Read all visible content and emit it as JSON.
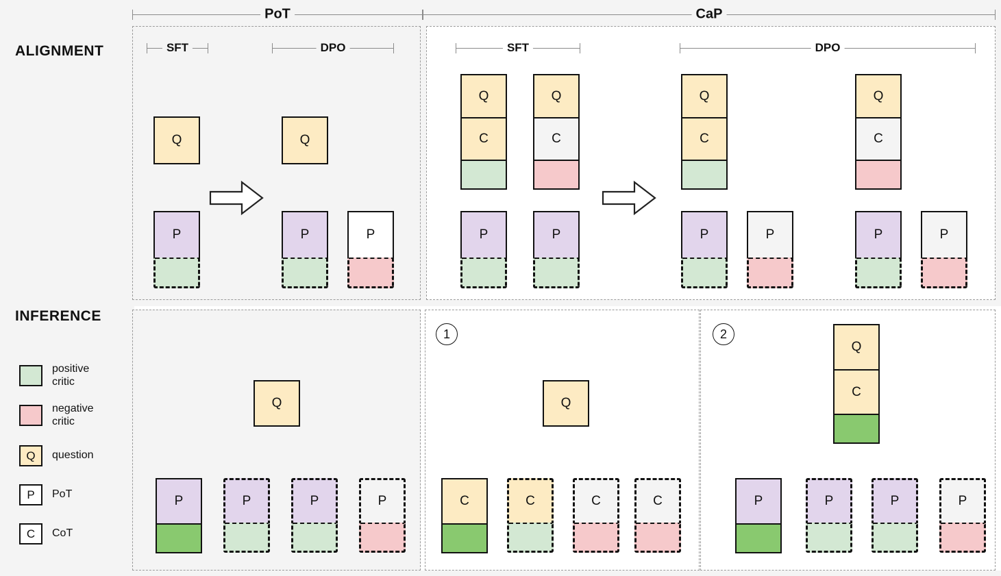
{
  "rows": {
    "alignment_label": "ALIGNMENT",
    "inference_label": "INFERENCE"
  },
  "top_spans": [
    {
      "label": "PoT"
    },
    {
      "label": "CaP"
    }
  ],
  "sub_spans": [
    {
      "label": "SFT"
    },
    {
      "label": "DPO"
    },
    {
      "label": "SFT"
    },
    {
      "label": "DPO"
    }
  ],
  "legend": {
    "items": [
      {
        "glyph": "",
        "label": "positive\ncritic",
        "fill": "#d3e8d3",
        "name": "positive-critic"
      },
      {
        "glyph": "",
        "label": "negative\ncritic",
        "fill": "#f6c9cb",
        "name": "negative-critic"
      },
      {
        "glyph": "Q",
        "label": "question",
        "fill": "#fdebc3",
        "name": "question"
      },
      {
        "glyph": "P",
        "label": "PoT",
        "fill": "#ffffff",
        "name": "pot"
      },
      {
        "glyph": "C",
        "label": "CoT",
        "fill": "#ffffff",
        "name": "cot"
      }
    ]
  },
  "colors": {
    "question": "#fdebc3",
    "pot": "#e2d5ec",
    "neutral": "#f4f4f4",
    "positive_critic": "#d3e8d3",
    "negative_critic": "#f6c9cb",
    "selected_critic": "#89c96f",
    "panel_tint": "#f4f4f4",
    "stroke": "#111111",
    "dash": "#9a9a9a"
  },
  "alignment": {
    "pot_sft": {
      "question": {
        "label": "Q"
      },
      "samples": [
        {
          "label": "P",
          "fill": "pot",
          "critic": "positive"
        }
      ]
    },
    "pot_dpo": {
      "question": {
        "label": "Q"
      },
      "samples": [
        {
          "label": "P",
          "fill": "pot",
          "critic": "positive"
        },
        {
          "label": "P",
          "fill": "neutral",
          "critic": "negative"
        }
      ]
    },
    "cap_sft": {
      "contexts": [
        {
          "q": "Q",
          "c": "C",
          "c_fill": "question",
          "critic": "positive"
        },
        {
          "q": "Q",
          "c": "C",
          "c_fill": "neutral",
          "critic": "negative"
        }
      ],
      "samples": [
        {
          "label": "P",
          "fill": "pot",
          "critic": "positive"
        },
        {
          "label": "P",
          "fill": "pot",
          "critic": "positive"
        }
      ]
    },
    "cap_dpo": {
      "groups": [
        {
          "context": {
            "q": "Q",
            "c": "C",
            "c_fill": "question",
            "critic": "positive"
          },
          "samples": [
            {
              "label": "P",
              "fill": "pot",
              "critic": "positive"
            },
            {
              "label": "P",
              "fill": "neutral",
              "critic": "negative"
            }
          ]
        },
        {
          "context": {
            "q": "Q",
            "c": "C",
            "c_fill": "neutral",
            "critic": "negative"
          },
          "samples": [
            {
              "label": "P",
              "fill": "pot",
              "critic": "positive"
            },
            {
              "label": "P",
              "fill": "neutral",
              "critic": "negative"
            }
          ]
        }
      ]
    }
  },
  "inference": {
    "pot": {
      "question": {
        "label": "Q"
      },
      "candidates": [
        {
          "label": "P",
          "fill": "pot",
          "critic": "selected",
          "selected": true
        },
        {
          "label": "P",
          "fill": "pot",
          "critic": "positive",
          "selected": false
        },
        {
          "label": "P",
          "fill": "pot",
          "critic": "positive",
          "selected": false
        },
        {
          "label": "P",
          "fill": "neutral",
          "critic": "negative",
          "selected": false
        }
      ]
    },
    "cap_step1": {
      "marker": "1",
      "question": {
        "label": "Q"
      },
      "candidates": [
        {
          "label": "C",
          "fill": "question",
          "critic": "selected",
          "selected": true
        },
        {
          "label": "C",
          "fill": "question",
          "critic": "positive",
          "selected": false
        },
        {
          "label": "C",
          "fill": "neutral",
          "critic": "negative",
          "selected": false
        },
        {
          "label": "C",
          "fill": "neutral",
          "critic": "negative",
          "selected": false
        }
      ]
    },
    "cap_step2": {
      "marker": "2",
      "context": {
        "q": "Q",
        "c": "C",
        "c_fill": "question",
        "critic": "selected"
      },
      "candidates": [
        {
          "label": "P",
          "fill": "pot",
          "critic": "selected",
          "selected": true
        },
        {
          "label": "P",
          "fill": "pot",
          "critic": "positive",
          "selected": false
        },
        {
          "label": "P",
          "fill": "pot",
          "critic": "positive",
          "selected": false
        },
        {
          "label": "P",
          "fill": "neutral",
          "critic": "negative",
          "selected": false
        }
      ]
    }
  }
}
